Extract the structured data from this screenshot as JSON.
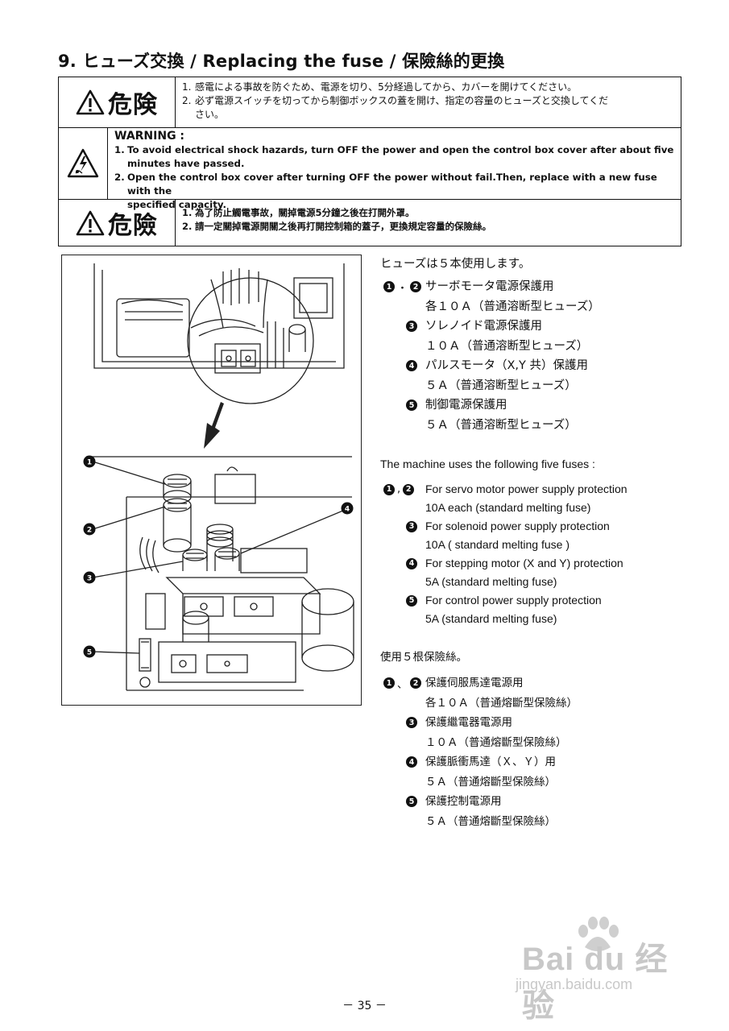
{
  "title": "9. ヒューズ交換 / Replacing the fuse / 保險絲的更換",
  "warnings": {
    "jp": {
      "danger_label": "危険",
      "lines": [
        {
          "num": "1.",
          "text": "感電による事故を防ぐため、電源を切り、5分経過してから、カバーを開けてください。"
        },
        {
          "num": "2.",
          "text": "必ず電源スイッチを切ってから制御ボックスの蓋を開け、指定の容量のヒューズと交換してくだ"
        },
        {
          "num": "",
          "text": "さい。"
        }
      ]
    },
    "en": {
      "heading": "WARNING :",
      "lines": [
        {
          "num": "1.",
          "text": "To avoid electrical shock hazards, turn OFF the power and open the control box cover after about five"
        },
        {
          "num": "",
          "text": "minutes have passed."
        },
        {
          "num": "2.",
          "text": "Open the control box cover after turning OFF the power without fail.Then, replace with a new fuse with the"
        },
        {
          "num": "",
          "text": "specified capacity."
        }
      ]
    },
    "zh": {
      "danger_label": "危險",
      "lines": [
        {
          "num": "1.",
          "text": "為了防止觸電事故，關掉電源5分鐘之後在打開外罩。"
        },
        {
          "num": "2.",
          "text": "請一定關掉電源開關之後再打開控制箱的蓋子，更換規定容量的保險絲。"
        }
      ]
    }
  },
  "figure": {
    "callouts": [
      "❶",
      "❷",
      "❸",
      "❹",
      "❺"
    ]
  },
  "jp_section": {
    "lead": "ヒューズは５本使用します。",
    "items": [
      {
        "nums": [
          "1",
          "2"
        ],
        "sep": "・",
        "lines": [
          "サーボモータ電源保護用",
          "各１０Ａ（普通溶断型ヒューズ）"
        ]
      },
      {
        "nums": [
          "3"
        ],
        "sep": "",
        "lines": [
          "ソレノイド電源保護用",
          "１０Ａ（普通溶断型ヒューズ）"
        ]
      },
      {
        "nums": [
          "4"
        ],
        "sep": "",
        "lines": [
          "パルスモータ（X,Y 共）保護用",
          "５Ａ（普通溶断型ヒューズ）"
        ]
      },
      {
        "nums": [
          "5"
        ],
        "sep": "",
        "lines": [
          "制御電源保護用",
          "５Ａ（普通溶断型ヒューズ）"
        ]
      }
    ]
  },
  "en_section": {
    "lead": "The machine uses the following five fuses :",
    "items": [
      {
        "nums": [
          "1",
          "2"
        ],
        "sep": ",",
        "lines": [
          "For servo motor power supply protection",
          "10A each (standard melting fuse)"
        ]
      },
      {
        "nums": [
          "3"
        ],
        "sep": "",
        "lines": [
          "For solenoid power supply protection",
          "10A ( standard melting fuse )"
        ]
      },
      {
        "nums": [
          "4"
        ],
        "sep": "",
        "lines": [
          "For stepping motor (X and Y) protection",
          "5A (standard melting fuse)"
        ]
      },
      {
        "nums": [
          "5"
        ],
        "sep": "",
        "lines": [
          "For control power supply protection",
          "5A (standard melting fuse)"
        ]
      }
    ]
  },
  "zh_section": {
    "lead": "使用５根保險絲。",
    "items": [
      {
        "nums": [
          "1",
          "2"
        ],
        "sep": "、",
        "lines": [
          "保護伺服馬達電源用",
          "各１０Ａ（普通熔斷型保險絲）"
        ]
      },
      {
        "nums": [
          "3"
        ],
        "sep": "",
        "lines": [
          "保護繼電器電源用",
          "１０Ａ（普通熔斷型保險絲）"
        ]
      },
      {
        "nums": [
          "4"
        ],
        "sep": "",
        "lines": [
          "保護脈衝馬達（Ｘ、Ｙ）用",
          "５Ａ（普通熔斷型保險絲）"
        ]
      },
      {
        "nums": [
          "5"
        ],
        "sep": "",
        "lines": [
          "保護控制電源用",
          "５Ａ（普通熔斷型保險絲）"
        ]
      }
    ]
  },
  "watermark": {
    "brand": "Bai du 经验",
    "url": "jingyan.baidu.com"
  },
  "page_number": "－ 35 －"
}
